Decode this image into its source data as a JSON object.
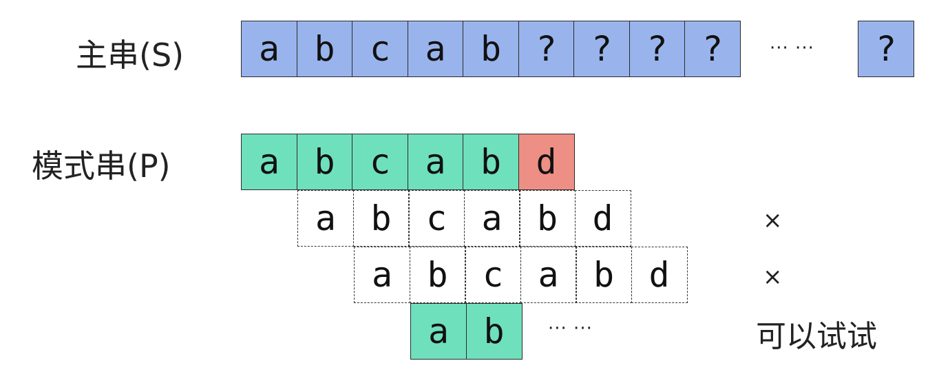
{
  "main_label": "主串(S)",
  "pattern_label": "模式串(P)",
  "main_cells": [
    "a",
    "b",
    "c",
    "a",
    "b",
    "?",
    "?",
    "?",
    "?"
  ],
  "main_ellipsis": "··· ···",
  "main_last_cell": "?",
  "pattern_matched": [
    "a",
    "b",
    "c",
    "a",
    "b"
  ],
  "pattern_mismatch": "d",
  "shift1_cells": [
    "a",
    "b",
    "c",
    "a",
    "b",
    "d"
  ],
  "shift1_mark": "×",
  "shift2_cells": [
    "a",
    "b",
    "c",
    "a",
    "b",
    "d"
  ],
  "shift2_mark": "×",
  "shift3_cells": [
    "a",
    "b"
  ],
  "shift3_ellipsis": "··· ···",
  "shift3_note": "可以试试",
  "colors": {
    "main": "#99b4ec",
    "matched": "#6fe0bc",
    "mismatch": "#ee8f85"
  }
}
